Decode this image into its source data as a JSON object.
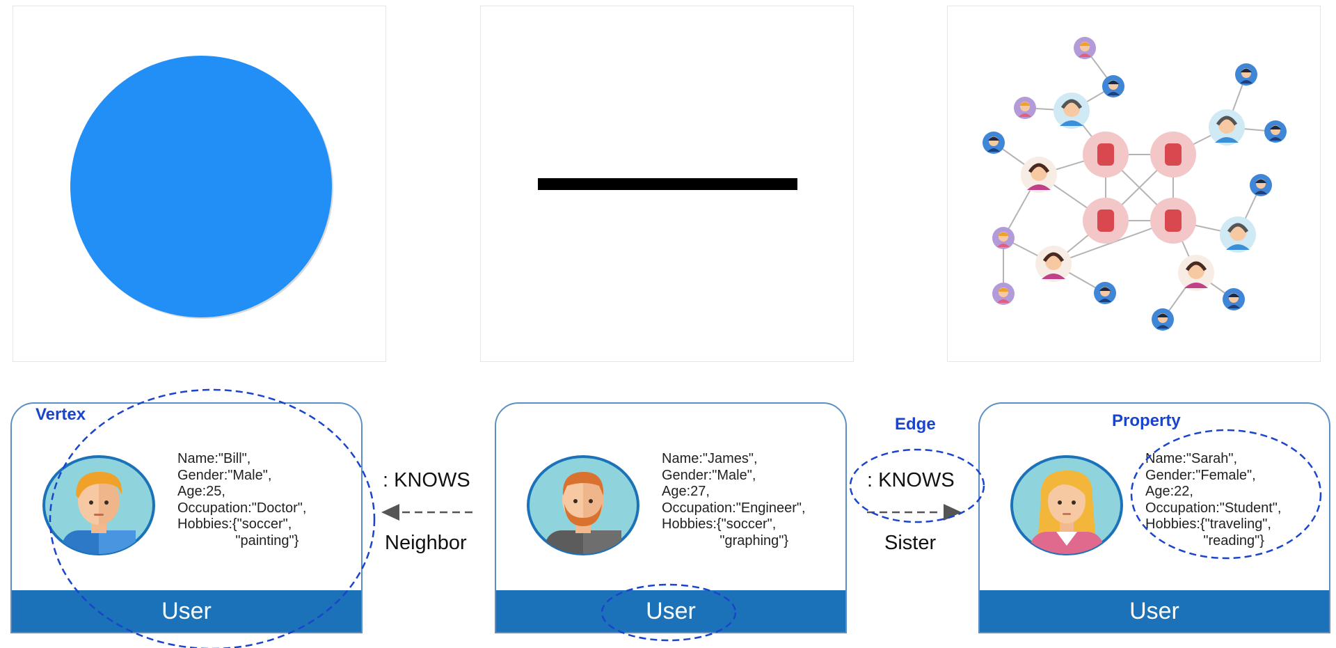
{
  "labels": {
    "vertex": "Vertex",
    "edge": "Edge",
    "property": "Property"
  },
  "relations": {
    "left": {
      "type": ": KNOWS",
      "name": "Neighbor"
    },
    "right": {
      "type": ": KNOWS",
      "name": "Sister"
    }
  },
  "cards": [
    {
      "label": "User",
      "props": "Name:\"Bill\",\nGender:\"Male\",\nAge:25,\nOccupation:\"Doctor\",\nHobbies:{\"soccer\",\n               \"painting\"}"
    },
    {
      "label": "User",
      "props": "Name:\"James\",\nGender:\"Male\",\nAge:27,\nOccupation:\"Engineer\",\nHobbies:{\"soccer\",\n               \"graphing\"}"
    },
    {
      "label": "User",
      "props": "Name:\"Sarah\",\nGender:\"Female\",\nAge:22,\nOccupation:\"Student\",\nHobbies:{\"traveling\",\n               \"reading\"}"
    }
  ],
  "colors": {
    "vertex_blue": "#228ff7",
    "user_bar": "#1b72b8",
    "annotation": "#1a44cc",
    "card_border": "#5b8fc6"
  }
}
